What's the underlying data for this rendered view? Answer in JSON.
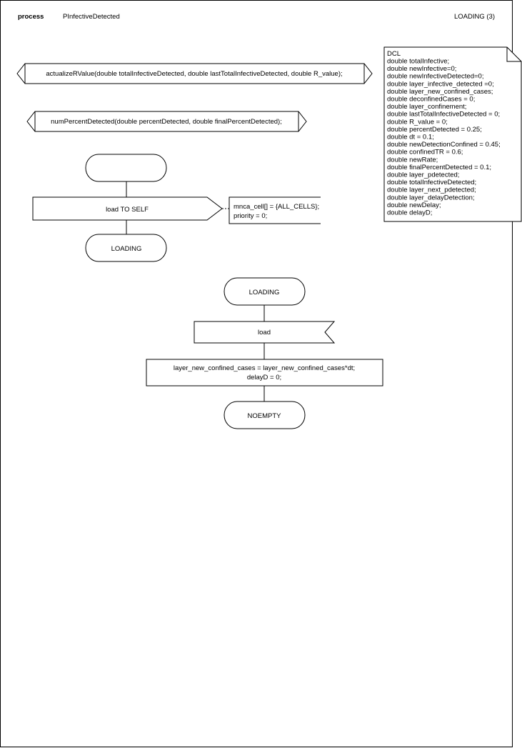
{
  "header": {
    "keyword": "process",
    "process_name": "PInfectiveDetected",
    "page_label": "LOADING (3)"
  },
  "procedures": [
    "actualizeRValue(double totalInfectiveDetected, double lastTotalInfectiveDetected, double R_value);",
    "numPercentDetected(double percentDetected, double finalPercentDetected);"
  ],
  "dcl": {
    "title": "DCL",
    "lines": [
      "double totalInfective;",
      "double newInfective=0;",
      "double newInfectiveDetected=0;",
      "double layer_infective_detected =0;",
      "double layer_new_confined_cases;",
      "double deconfinedCases = 0;",
      "double layer_confinement;",
      "double lastTotalInfectiveDetected = 0;",
      "double R_value = 0;",
      "double percentDetected = 0.25;",
      "double dt = 0.1;",
      "double newDetectionConfined = 0.45;",
      "double confinedTR = 0.6;",
      "double newRate;",
      "double finalPercentDetected = 0.1;",
      "double layer_pdetected;",
      "double totalInfectiveDetected;",
      "double layer_next_pdetected;",
      "double layer_delayDetection;",
      "double newDelay;",
      "double delayD;"
    ]
  },
  "start_flow": {
    "start_label": "",
    "output_signal": "load TO SELF",
    "comment_lines": [
      "mnca_cell[] = {ALL_CELLS};",
      "priority = 0;"
    ],
    "next_state": "LOADING"
  },
  "loading_flow": {
    "state": "LOADING",
    "input_signal": "load",
    "task_lines": [
      "layer_new_confined_cases = layer_new_confined_cases*dt;",
      "delayD = 0;"
    ],
    "next_state": "NOEMPTY"
  }
}
